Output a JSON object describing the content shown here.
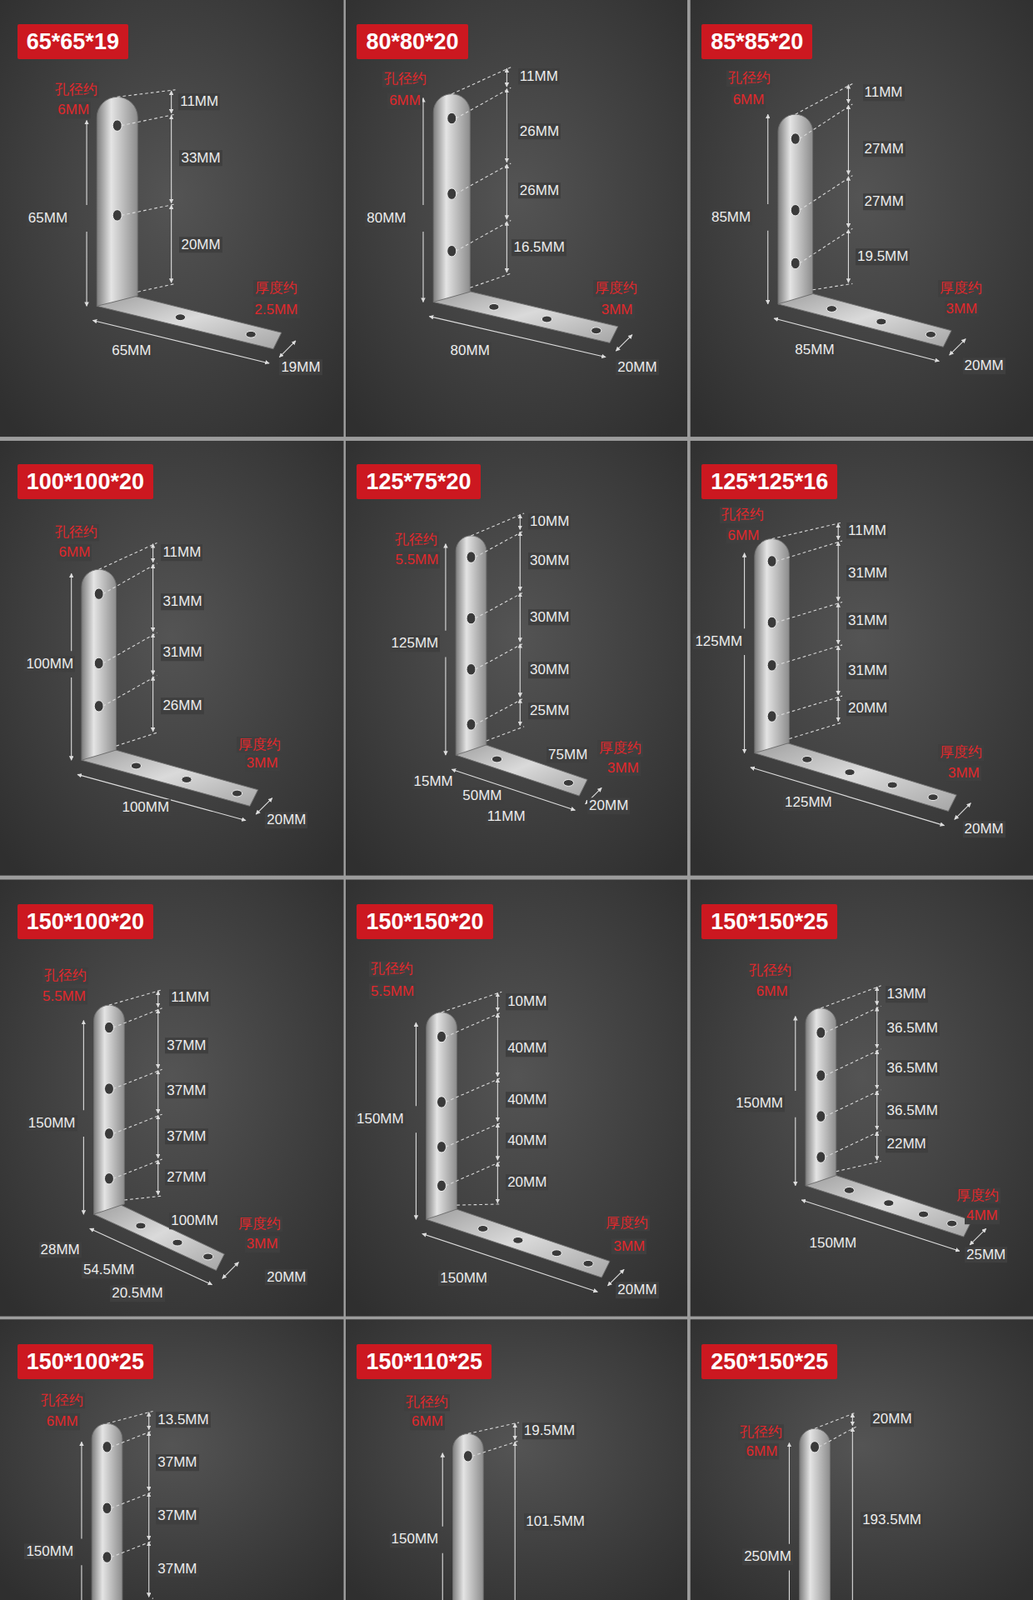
{
  "diagram": {
    "nodes": [
      {
        "text": [
          "65*65*19"
        ]
      },
      {
        "text": [
          "80*80*20"
        ]
      },
      {
        "text": [
          "85*85*20"
        ]
      },
      {
        "text": [
          "100*100*20"
        ]
      },
      {
        "text": [
          "125*75*20"
        ]
      },
      {
        "text": [
          "125*125*16"
        ]
      },
      {
        "text": [
          "150*100*20"
        ]
      },
      {
        "text": [
          "150*150*20"
        ]
      },
      {
        "text": [
          "150*150*25"
        ]
      },
      {
        "text": [
          "150*100*25"
        ]
      },
      {
        "text": [
          "150*110*25"
        ]
      },
      {
        "text": [
          "250*150*25"
        ]
      }
    ],
    "labels": [
      "孔径约",
      "6MM",
      "11MM",
      "33MM",
      "65MM",
      "20MM",
      "厚度约",
      "2.5MM",
      "65MM",
      "19MM",
      "孔径约",
      "6MM",
      "11MM",
      "26MM",
      "26MM",
      "80MM",
      "16.5MM",
      "厚度约",
      "3MM",
      "80MM",
      "20MM",
      "孔径约",
      "6MM",
      "11MM",
      "27MM",
      "85MM",
      "27MM",
      "19.5MM",
      "厚度约",
      "3MM",
      "85MM",
      "20MM",
      "孔径约",
      "6MM",
      "11MM",
      "31MM",
      "100MM",
      "31MM",
      "26MM",
      "厚度约",
      "3MM",
      "100MM",
      "20MM",
      "孔径约",
      "5.5MM",
      "10MM",
      "30MM",
      "30MM",
      "125MM",
      "30MM",
      "25MM",
      "75MM",
      "厚度约",
      "3MM",
      "15MM",
      "50MM",
      "11MM",
      "20MM",
      "孔径约",
      "6MM",
      "11MM",
      "31MM",
      "125MM",
      "31MM",
      "31MM",
      "20MM",
      "厚度约",
      "3MM",
      "125MM",
      "20MM",
      "孔径约",
      "5.5MM",
      "11MM",
      "37MM",
      "37MM",
      "150MM",
      "37MM",
      "27MM",
      "100MM",
      "厚度约",
      "3MM",
      "28MM",
      "54.5MM",
      "20MM",
      "20.5MM",
      "孔径约",
      "5.5MM",
      "10MM",
      "40MM",
      "40MM",
      "150MM",
      "40MM",
      "20MM",
      "厚度约",
      "3MM",
      "150MM",
      "20MM",
      "孔径约",
      "6MM",
      "13MM",
      "36.5MM",
      "36.5MM",
      "150MM",
      "36.5MM",
      "22MM",
      "厚度约",
      "4MM",
      "150MM",
      "25MM",
      "孔径约",
      "6MM",
      "13.5MM",
      "37MM",
      "37MM",
      "150MM",
      "37MM",
      "孔径约",
      "6MM",
      "19.5MM",
      "150MM",
      "101.5MM",
      "20MM",
      "孔径约",
      "6MM",
      "193.5MM",
      "250MM"
    ]
  }
}
